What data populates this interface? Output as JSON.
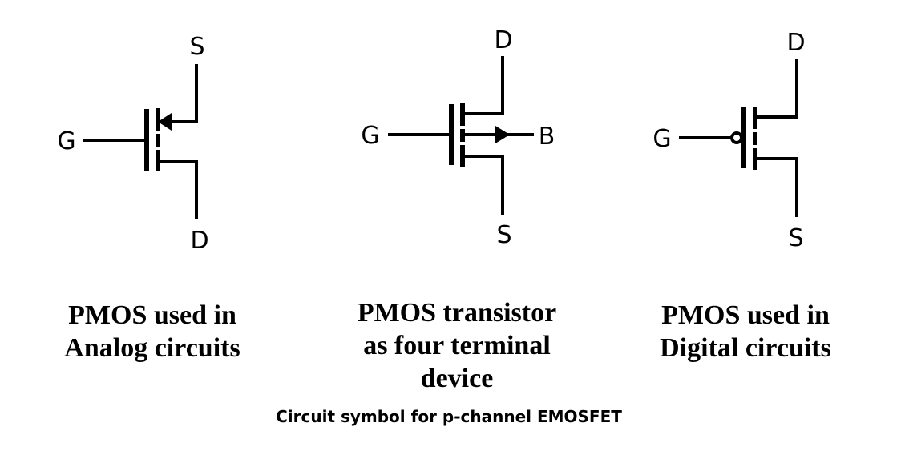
{
  "symbols": [
    {
      "pins": {
        "source": "S",
        "gate": "G",
        "drain": "D"
      },
      "caption": [
        "PMOS used in",
        "Analog circuits"
      ]
    },
    {
      "pins": {
        "drain": "D",
        "gate": "G",
        "body": "B",
        "source": "S"
      },
      "caption": [
        "PMOS transistor",
        "as four terminal",
        "device"
      ]
    },
    {
      "pins": {
        "drain": "D",
        "gate": "G",
        "source": "S"
      },
      "caption": [
        "PMOS used in",
        "Digital circuits"
      ]
    }
  ],
  "footer": "Circuit symbol for p-channel EMOSFET"
}
